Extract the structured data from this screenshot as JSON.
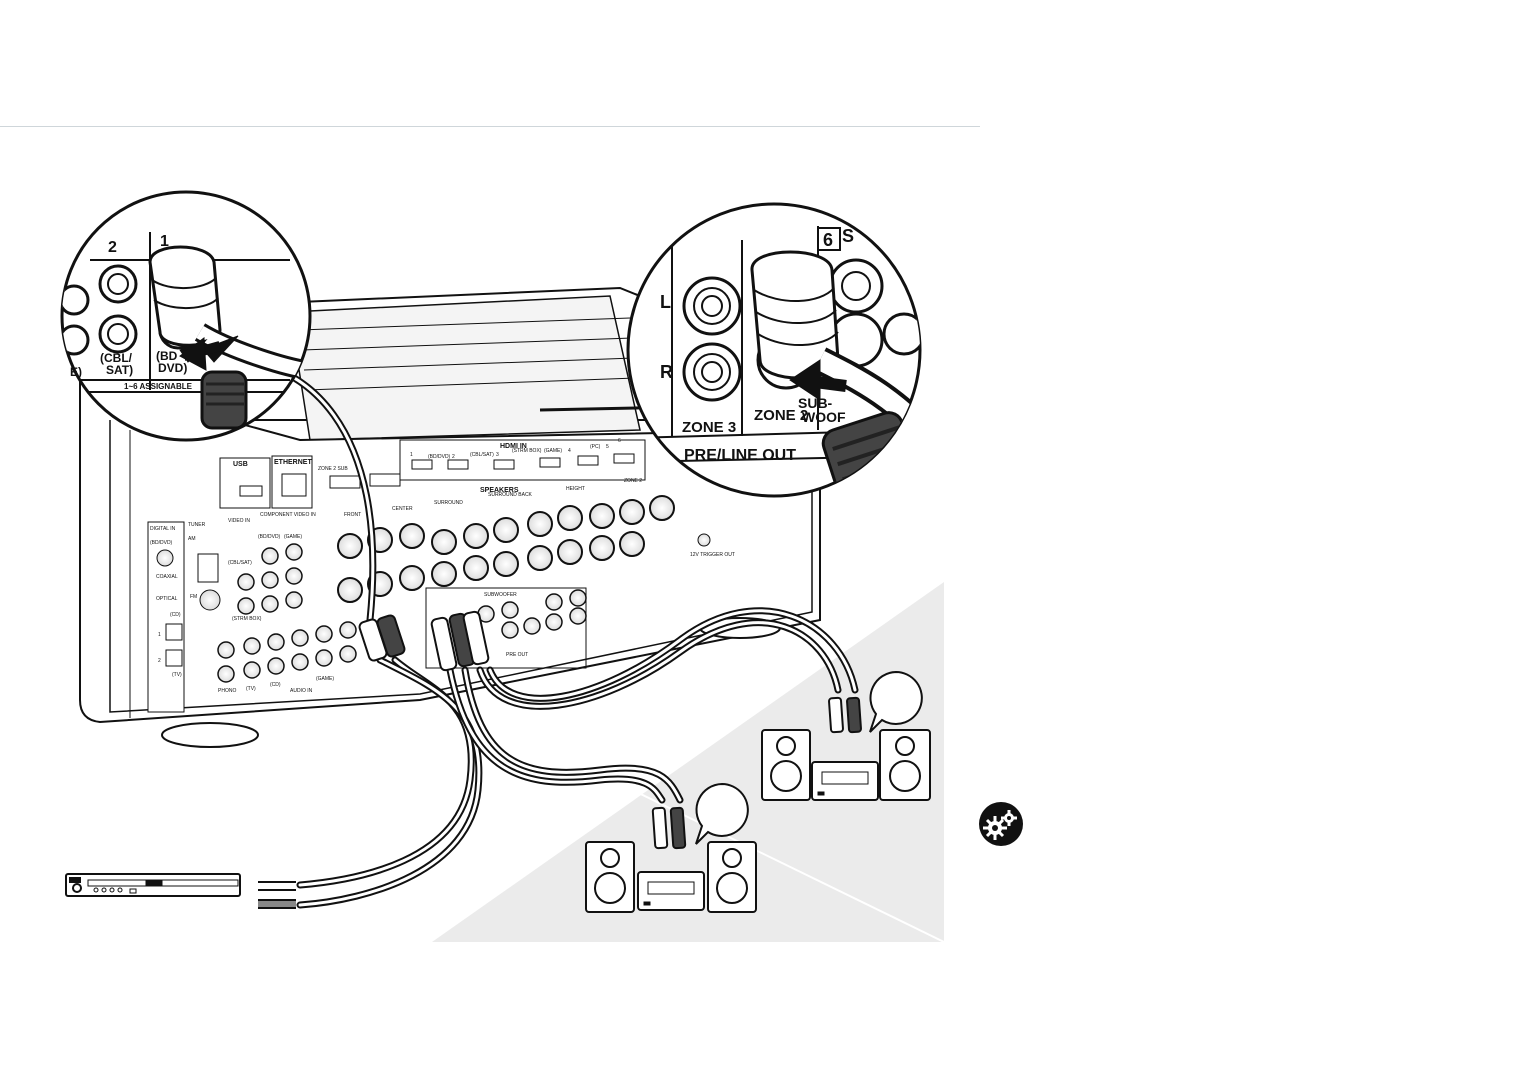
{
  "receiver": {
    "usb": "USB",
    "ethernet": "ETHERNET",
    "hdmi_in": "HDMI IN",
    "hdmi_inputs": [
      "1",
      "2",
      "3",
      "4",
      "5",
      "6"
    ],
    "hdmi_input_notes": [
      "(BD/DVD)",
      "(CBL/SAT)",
      "(STRM BOX)",
      "(GAME)",
      "(PC)"
    ],
    "zone2_sub": "ZONE 2 SUB",
    "digital_in": "DIGITAL IN",
    "tuner": "TUNER",
    "am": "AM",
    "fm": "FM",
    "video_in": "VIDEO IN",
    "component_video_in": "COMPONENT VIDEO IN",
    "coaxial": "COAXIAL",
    "optical": "OPTICAL",
    "speakers": "SPEAKERS",
    "front": "FRONT",
    "center": "CENTER",
    "surround": "SURROUND",
    "surround_back": "SURROUND BACK",
    "height": "HEIGHT",
    "zone2": "ZONE 2",
    "subwoofer": "SUBWOOFER",
    "pre_out": "PRE OUT",
    "audio_in": "AUDIO IN",
    "phono": "PHONO",
    "tv": "(TV)",
    "cd": "(CD)",
    "game": "(GAME)",
    "trigger_out": "12V TRIGGER OUT",
    "bd_dvd": "(BD/DVD)",
    "cbl_sat": "(CBL/SAT)",
    "strm_box": "(STRM BOX)"
  },
  "zoom_left": {
    "col2": "2",
    "col1": "1",
    "label_cbl": "(CBL/",
    "label_sat": "SAT)",
    "label_bd": "(BD",
    "label_dvd": "DVD)",
    "label_e": "E)",
    "assignable": "1~6 ASSIGNABLE"
  },
  "zoom_right": {
    "num6": "6",
    "L": "L",
    "R": "R",
    "zone3": "ZONE 3",
    "zone2": "ZONE 2",
    "sub": "SUB-",
    "woofer": "WOOF",
    "pre_line_out": "PRE/LINE OUT"
  },
  "colors": {
    "line": "#111111",
    "zone_bg": "#ebebeb",
    "rule": "#cfd6da"
  },
  "icons": [
    "settings-gear-icon",
    "speech-bubble-icon"
  ]
}
